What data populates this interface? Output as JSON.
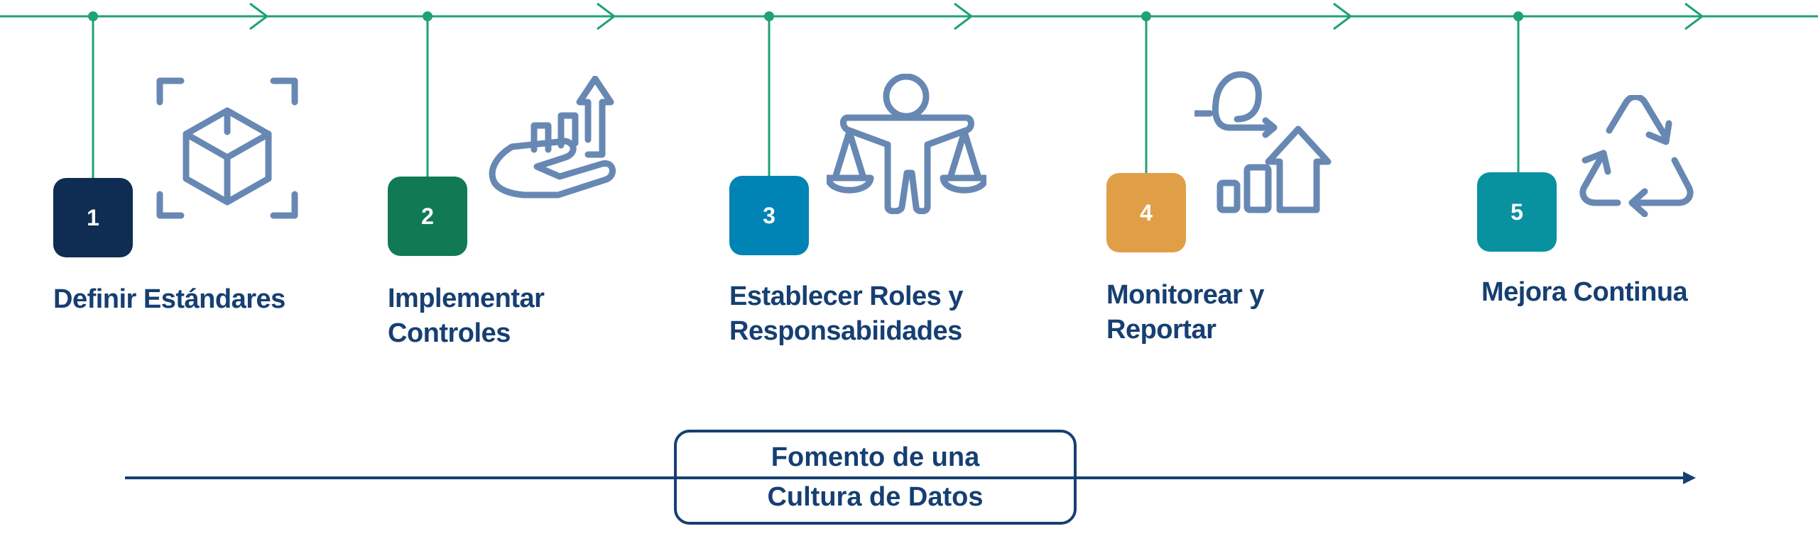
{
  "colors": {
    "timeline": "#1fa274",
    "icon": "#6888b4",
    "text": "#163f72"
  },
  "steps": [
    {
      "number": "1",
      "label_lines": [
        "Definir Estándares"
      ],
      "color": "#0f2d52",
      "icon": "cube-focus-icon"
    },
    {
      "number": "2",
      "label_lines": [
        "Implementar",
        "Controles"
      ],
      "color": "#117a55",
      "icon": "hand-growth-chart-icon"
    },
    {
      "number": "3",
      "label_lines": [
        "Establecer Roles y",
        "Responsabiidades"
      ],
      "color": "#0083b5",
      "icon": "person-scales-icon"
    },
    {
      "number": "4",
      "label_lines": [
        "Monitorear y",
        "Reportar"
      ],
      "color": "#e09f47",
      "icon": "monitor-report-chart-icon"
    },
    {
      "number": "5",
      "label_lines": [
        "Mejora Continua"
      ],
      "color": "#0892a0",
      "icon": "recycle-icon"
    }
  ],
  "culture": {
    "lines": [
      "Fomento de una",
      "Cultura de Datos"
    ]
  }
}
